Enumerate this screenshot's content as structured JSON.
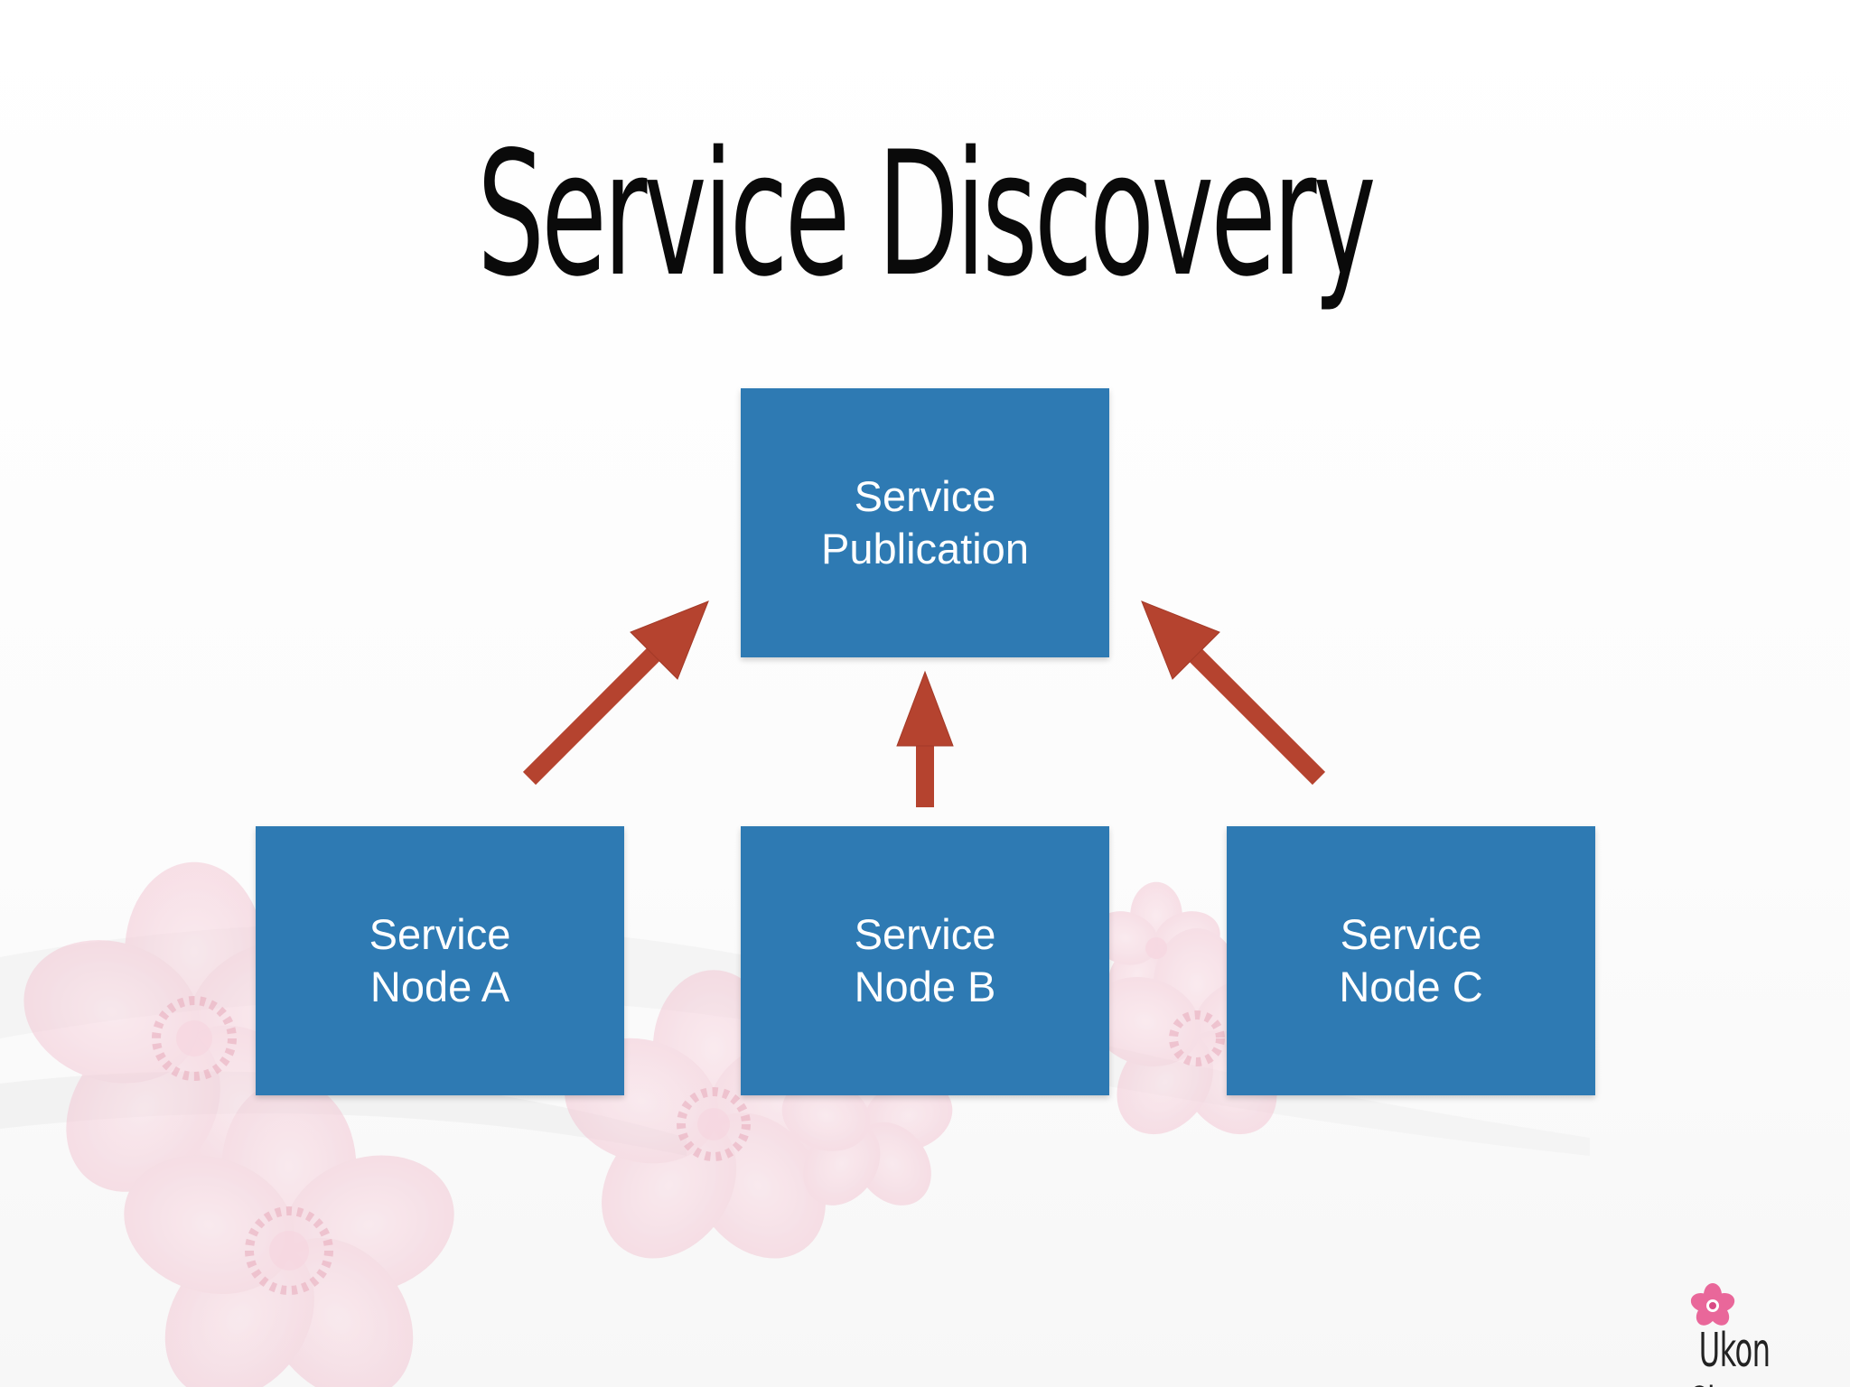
{
  "title": "Service Discovery",
  "nodes": {
    "publication": [
      "Service",
      "Publication"
    ],
    "a": [
      "Service",
      "Node A"
    ],
    "b": [
      "Service",
      "Node B"
    ],
    "c": [
      "Service",
      "Node C"
    ]
  },
  "edges": [
    {
      "from": "Service Node A",
      "to": "Service Publication"
    },
    {
      "from": "Service Node B",
      "to": "Service Publication"
    },
    {
      "from": "Service Node C",
      "to": "Service Publication"
    }
  ],
  "brand": {
    "text": "Ukon Cherry",
    "icon": "cherry-blossom-icon"
  },
  "colors": {
    "box": "#2e7ab3",
    "arrow": "#b5432f",
    "title": "#0a0a0a",
    "blossom": "#f4c7d3",
    "brand_blossom": "#e9679a"
  }
}
